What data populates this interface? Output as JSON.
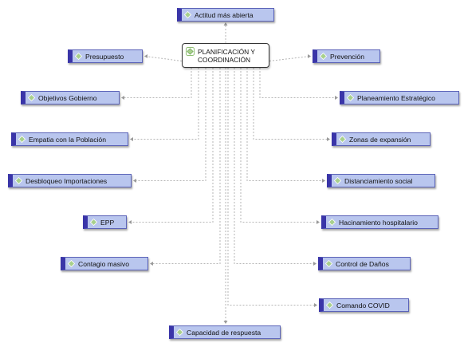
{
  "center": {
    "line1": "PLANIFICACIÓN Y",
    "line2": "COORDINACIÓN",
    "icon": "diamond-icon"
  },
  "nodes": [
    {
      "id": "actitud",
      "label": "Actitud más abierta"
    },
    {
      "id": "presupuesto",
      "label": "Presupuesto"
    },
    {
      "id": "prevencion",
      "label": "Prevención"
    },
    {
      "id": "objetivos",
      "label": "Objetivos Gobierno"
    },
    {
      "id": "planeamiento",
      "label": "Planeamiento Estratégico"
    },
    {
      "id": "empatia",
      "label": "Empatia con la Población"
    },
    {
      "id": "zonas",
      "label": "Zonas de expansión"
    },
    {
      "id": "desbloqueo",
      "label": "Desbloqueo Importaciones"
    },
    {
      "id": "distanciamiento",
      "label": "Distanciamiento social"
    },
    {
      "id": "epp",
      "label": "EPP"
    },
    {
      "id": "hacinamiento",
      "label": "Hacinamiento hospitalario"
    },
    {
      "id": "contagio",
      "label": "Contagio masivo"
    },
    {
      "id": "control",
      "label": "Control de Daños"
    },
    {
      "id": "comando",
      "label": "Comando COVID"
    },
    {
      "id": "capacidad",
      "label": "Capacidad de respuesta"
    }
  ],
  "colors": {
    "node_fill": "#b9c6ee",
    "node_accent": "#3a35a8",
    "connector": "#b5b5b5",
    "icon_fill": "#a8d08d"
  }
}
